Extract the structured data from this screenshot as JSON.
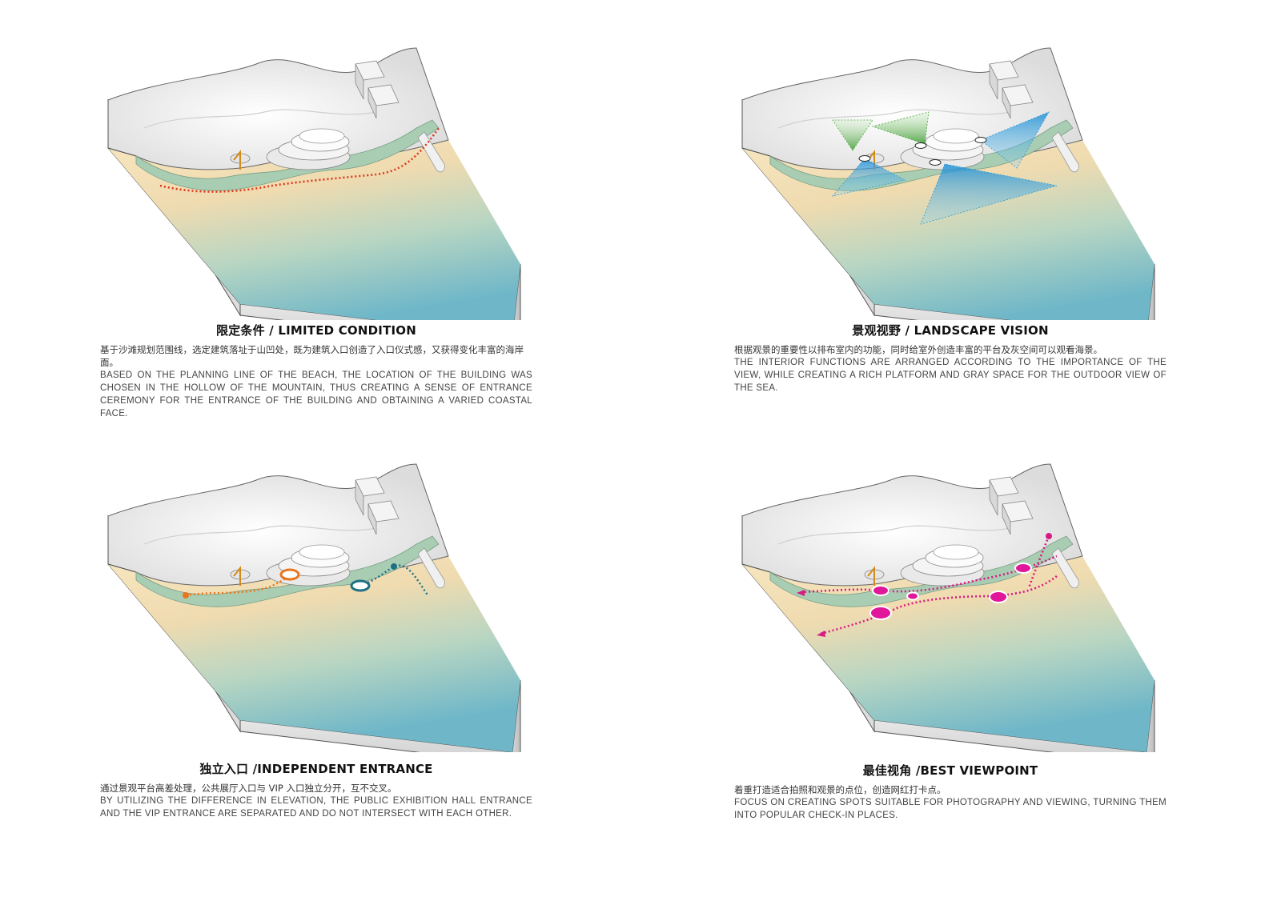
{
  "panels": [
    {
      "id": "limited-condition",
      "title": "限定条件 / LIMITED CONDITION",
      "zh": "基于沙滩规划范围线，选定建筑落址于山凹处，既为建筑入口创造了入口仪式感，又获得变化丰富的海岸面。",
      "en": "BASED ON THE PLANNING LINE OF THE BEACH, THE LOCATION OF THE BUILDING WAS CHOSEN IN THE HOLLOW OF THE MOUNTAIN, THUS CREATING A SENSE OF ENTRANCE CEREMONY FOR THE ENTRANCE OF THE BUILDING AND OBTAINING A VARIED COASTAL FACE."
    },
    {
      "id": "landscape-vision",
      "title": "景观视野 / LANDSCAPE VISION",
      "zh": "根据观景的重要性以排布室内的功能，同时给室外创造丰富的平台及灰空间可以观看海景。",
      "en": "THE INTERIOR FUNCTIONS ARE ARRANGED ACCORDING TO THE IMPORTANCE OF THE VIEW, WHILE CREATING A RICH PLATFORM AND GRAY SPACE FOR THE OUTDOOR VIEW OF THE SEA."
    },
    {
      "id": "independent-entrance",
      "title": "独立入口 /INDEPENDENT ENTRANCE",
      "zh": "通过景观平台高差处理，公共展厅入口与 VIP 入口独立分开，互不交叉。",
      "en": "BY UTILIZING THE DIFFERENCE IN ELEVATION, THE PUBLIC EXHIBITION HALL ENTRANCE AND THE VIP ENTRANCE ARE SEPARATED AND DO NOT INTERSECT WITH EACH OTHER."
    },
    {
      "id": "best-viewpoint",
      "title": "最佳视角 /BEST VIEWPOINT",
      "zh": "着重打造适合拍照和观景的点位，创造网红打卡点。",
      "en": "FOCUS ON CREATING SPOTS SUITABLE FOR PHOTOGRAPHY AND VIEWING, TURNING THEM INTO POPULAR CHECK-IN PLACES."
    }
  ],
  "colors": {
    "sea_top": "#f3dfb4",
    "sea_bottom": "#7fc0cc",
    "mountain": "#f2f2f2",
    "landscape": "#a9cdb3",
    "boundary_line": "#d93a1e",
    "view_blue": "#2a9ad8",
    "view_green": "#4aa83a",
    "public_entrance": "#e8761f",
    "vip_entrance": "#1d6f86",
    "viewpoint": "#d81b84"
  }
}
